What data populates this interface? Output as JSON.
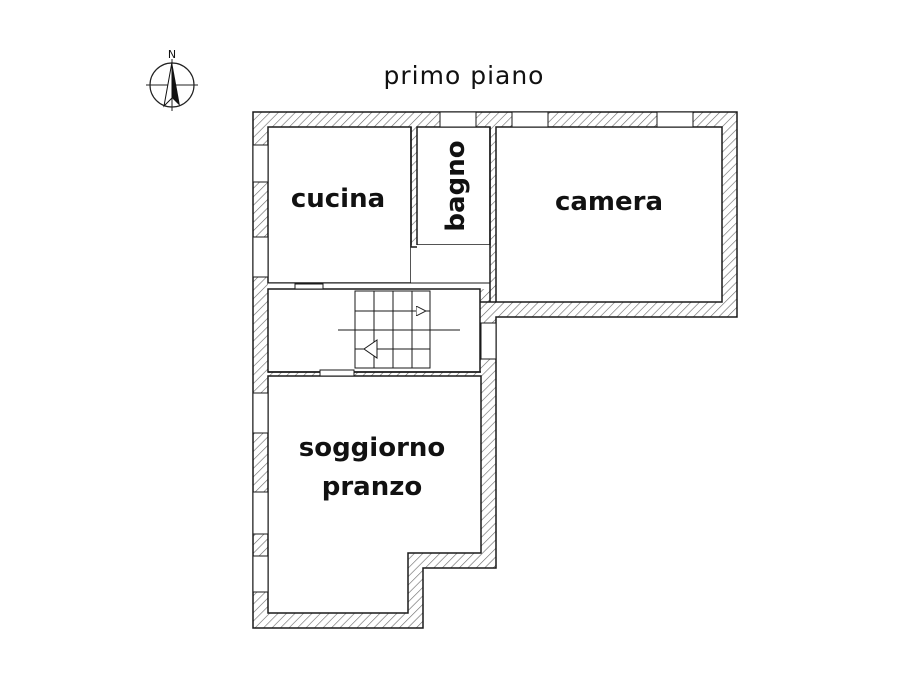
{
  "floor_title": "primo piano",
  "compass": {
    "north_label": "N",
    "icon": "north-arrow-icon"
  },
  "rooms": {
    "cucina": "cucina",
    "bagno": "bagno",
    "camera": "camera",
    "soggiorno_line1": "soggiorno",
    "soggiorno_line2": "pranzo"
  },
  "colors": {
    "wall": "#1a1a1a",
    "hatch": "#555555",
    "background": "#ffffff"
  }
}
